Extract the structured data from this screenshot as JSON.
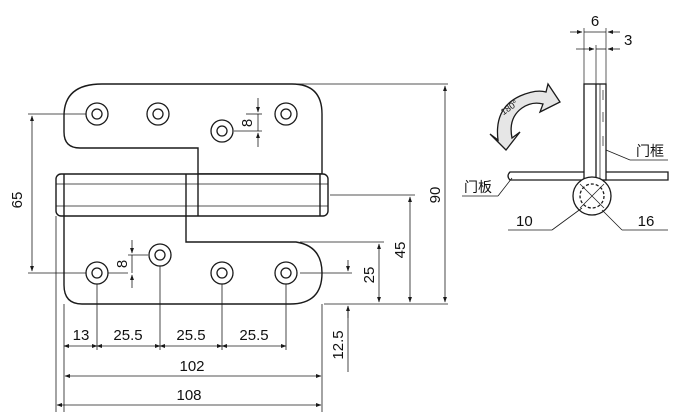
{
  "dimensions": {
    "height_65": "65",
    "height_90": "90",
    "height_45": "45",
    "height_25": "25",
    "height_12_5": "12.5",
    "hole_pitch_8_top": "8",
    "hole_pitch_8_bottom": "8",
    "pitch_13": "13",
    "pitch_25_5_a": "25.5",
    "pitch_25_5_b": "25.5",
    "pitch_25_5_c": "25.5",
    "width_102": "102",
    "width_108": "108",
    "thickness_6": "6",
    "thickness_3": "3",
    "pin_10": "10",
    "knuckle_16": "16"
  },
  "labels": {
    "rotation": "180°",
    "door_frame": "门框",
    "door_panel": "门板"
  },
  "colors": {
    "line": "#1a1a1a",
    "background": "#ffffff"
  }
}
